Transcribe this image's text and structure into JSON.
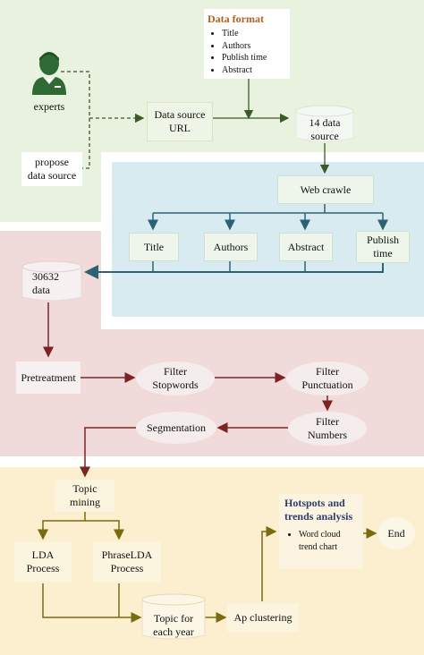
{
  "data_format": {
    "title": "Data format",
    "items": [
      "Title",
      "Authors",
      "Publish time",
      "Abstract"
    ]
  },
  "experts_label": "experts",
  "propose_label": "propose\ndata source",
  "data_source_url": "Data source\nURL",
  "fourteen_sources": "14 data\nsource",
  "web_crawle": "Web crawle",
  "fields": [
    "Title",
    "Authors",
    "Abstract",
    "Publish\ntime"
  ],
  "data_count": "30632\ndata",
  "pretreatment": "Pretreatment",
  "filter_stopwords": "Filter\nStopwords",
  "filter_punctuation": "Filter\nPunctuation",
  "filter_numbers": "Filter\nNumbers",
  "segmentation": "Segmentation",
  "topic_mining": "Topic\nmining",
  "lda_process": "LDA\nProcess",
  "phraselda_process": "PhraseLDA\nProcess",
  "topic_each_year": "Topic for\neach year",
  "ap_clustering": "Ap clustering",
  "hotspots": {
    "title": "Hotspots and\ntrends analysis",
    "items": [
      "Word cloud\ntrend chart"
    ]
  },
  "end_label": "End",
  "colors": {
    "green_bg": "#e9f2de",
    "blue_bg": "#d8ebf1",
    "pink_bg": "#f1dada",
    "yellow_bg": "#fbefcf",
    "blue_arrow": "#2d6275",
    "red_arrow": "#7a2424",
    "olive_arrow": "#7a6a10",
    "green_arrow": "#3c5a28"
  }
}
